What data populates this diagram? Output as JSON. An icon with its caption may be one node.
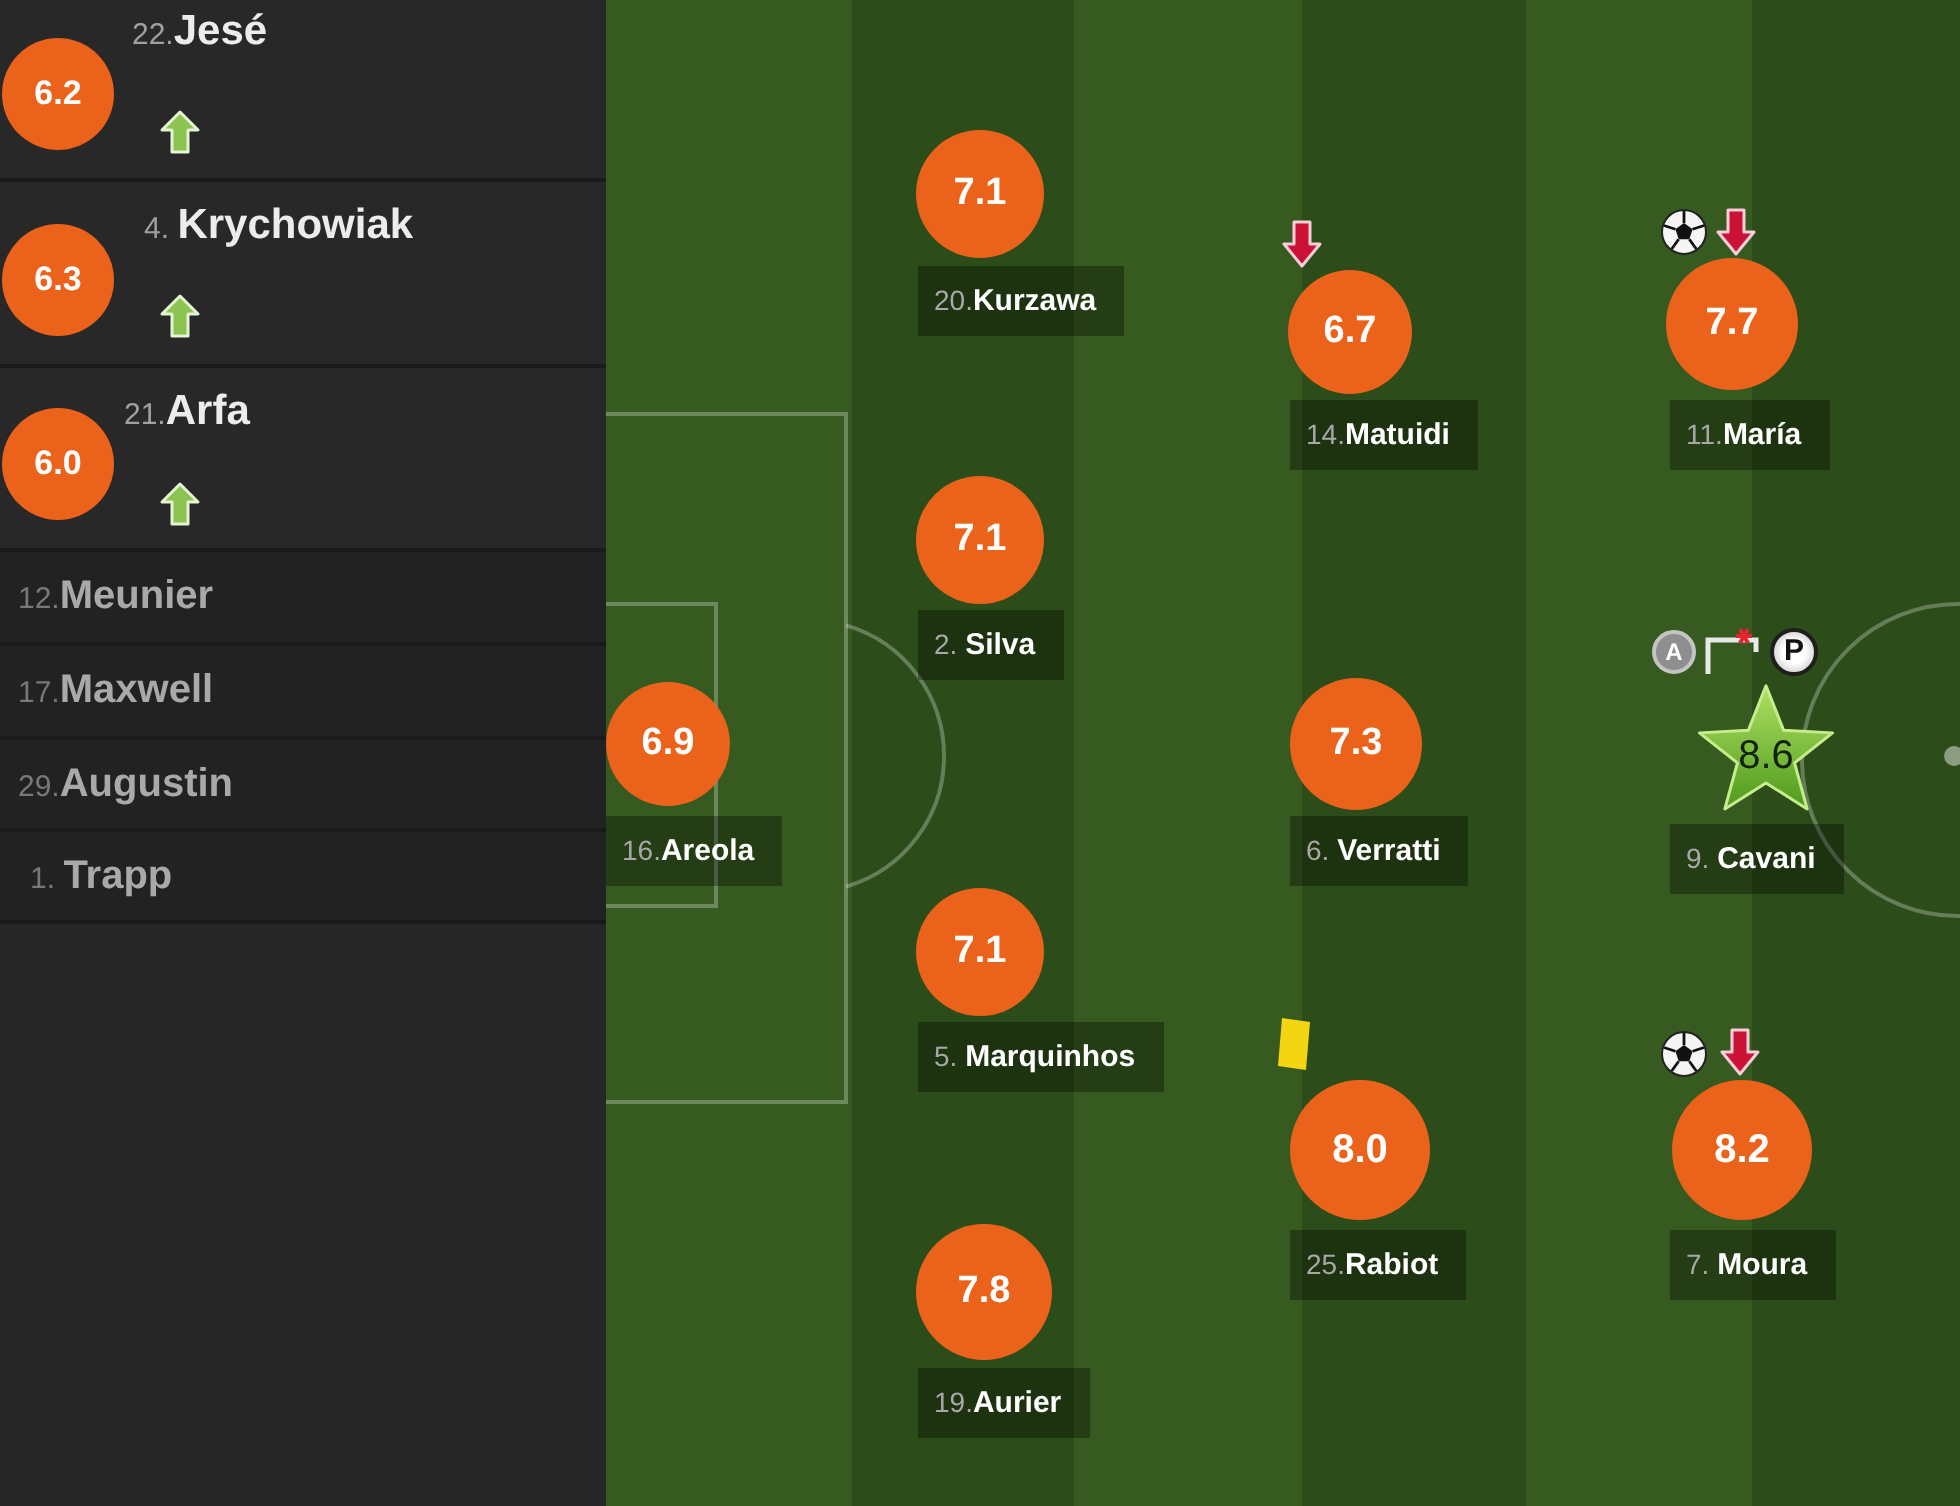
{
  "diagram": {
    "nodes": [
      {
        "text": [
          "22.**Jesé**"
        ]
      },
      {
        "text": [
          "6.2"
        ],
        "in": 0
      },
      {
        "text": [
          "4. **Krychowiak**"
        ]
      },
      {
        "text": [
          "6.3"
        ],
        "in": 2
      },
      {
        "text": [
          "21.**Arfa**"
        ]
      },
      {
        "text": [
          "6.0"
        ],
        "in": 4
      },
      {
        "text": [
          "12.**Meunier**"
        ]
      },
      {
        "text": [
          "17.**Maxwell**"
        ]
      },
      {
        "text": [
          "29.**Augustin**"
        ]
      },
      {
        "text": [
          "1. **Trapp**"
        ]
      },
      {
        "text": [
          "6.9"
        ],
        "beside": [
          "16.**Areola**"
        ]
      },
      {
        "text": [
          "7.1"
        ],
        "beside": [
          "20.**Kurzawa**"
        ]
      },
      {
        "text": [
          "7.1"
        ],
        "beside": [
          "2. **Silva**"
        ]
      },
      {
        "text": [
          "7.1"
        ],
        "beside": [
          "5. **Marquinhos**"
        ]
      },
      {
        "text": [
          "7.8"
        ],
        "beside": [
          "19.**Aurier**"
        ]
      },
      {
        "text": [
          "6.7"
        ],
        "beside": [
          "14.**Matuidi**"
        ]
      },
      {
        "text": [
          "7.3"
        ],
        "beside": [
          "6. **Verratti**"
        ]
      },
      {
        "text": [
          "8.0"
        ],
        "beside": [
          "25.**Rabiot**"
        ]
      },
      {
        "text": [
          "7.7"
        ],
        "beside": [
          "11.**María**"
        ]
      },
      {
        "text": [
          "8.6"
        ],
        "beside": [
          "9. **Cavani**",
          "A",
          "P"
        ]
      },
      {
        "text": [
          "8.2"
        ],
        "beside": [
          "7. **Moura**"
        ]
      }
    ]
  }
}
